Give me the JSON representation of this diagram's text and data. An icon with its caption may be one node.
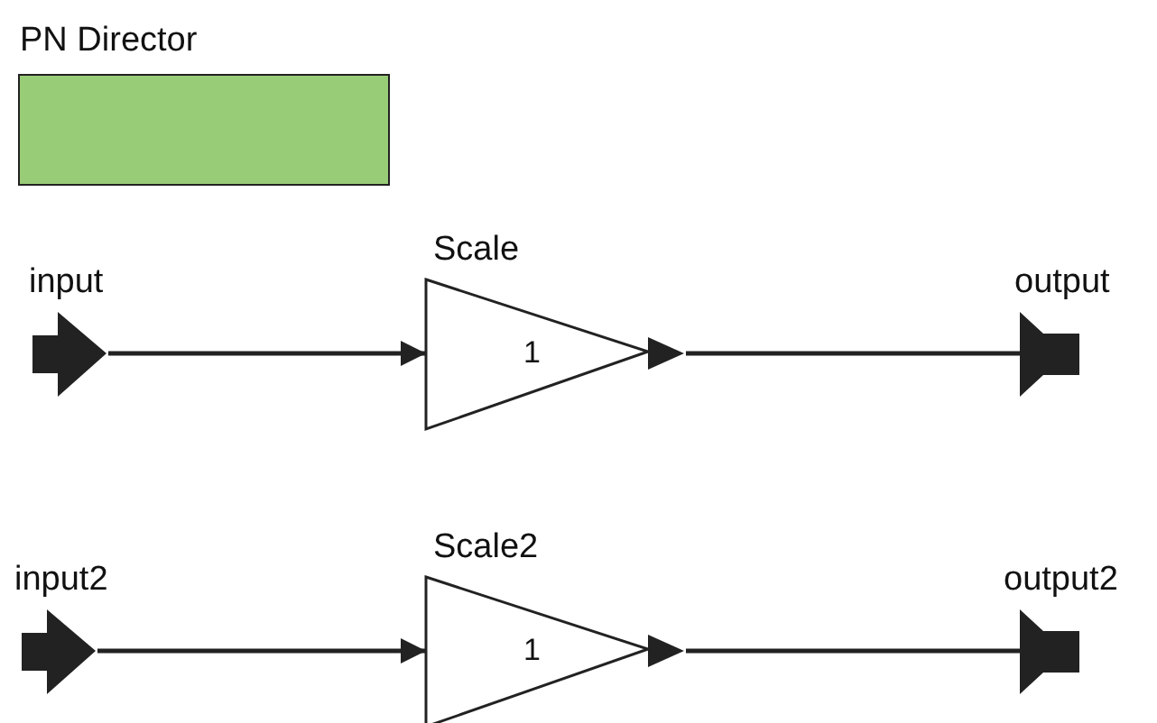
{
  "diagram": {
    "nodes": [
      {
        "text": [
          "PN Director"
        ]
      },
      {
        "text": [
          "input"
        ]
      },
      {
        "text": [
          "Scale",
          "1"
        ]
      },
      {
        "text": [
          "output"
        ]
      },
      {
        "text": [
          "input2"
        ]
      },
      {
        "text": [
          "Scale2",
          "1"
        ]
      },
      {
        "text": [
          "output2"
        ]
      }
    ],
    "edges": [
      {
        "from": 1,
        "to": 2,
        "arrow": "to"
      },
      {
        "from": 2,
        "to": 3,
        "arrow": "none"
      },
      {
        "from": 4,
        "to": 5,
        "arrow": "to"
      },
      {
        "from": 5,
        "to": 6,
        "arrow": "none"
      }
    ]
  }
}
